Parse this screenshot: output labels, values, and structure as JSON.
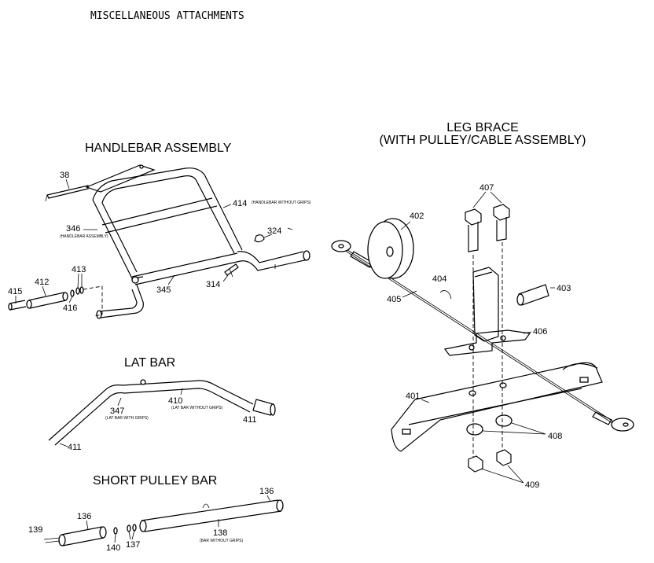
{
  "page_title": "MISCELLANEOUS ATTACHMENTS",
  "sections": {
    "handlebar": {
      "title": "HANDLEBAR ASSEMBLY",
      "labels": {
        "p38": "38",
        "p414": "414",
        "p414_note": "(HANDLEBAR WITHOUT GRIPS)",
        "p346": "346",
        "p346_note": "(HANDLEBAR ASSEMBLY)",
        "p324": "324",
        "p413": "413",
        "p412": "412",
        "p415": "415",
        "p416": "416",
        "p345": "345",
        "p314": "314"
      }
    },
    "latbar": {
      "title": "LAT BAR",
      "labels": {
        "p410": "410",
        "p410_note": "(LAT BAR WITHOUT GRIPS)",
        "p347": "347",
        "p347_note": "(LAT BAR WITH GRIPS)",
        "p411_right": "411",
        "p411_left": "411"
      }
    },
    "shortpulley": {
      "title": "SHORT PULLEY BAR",
      "labels": {
        "p136_right": "136",
        "p136_left": "136",
        "p139": "139",
        "p140": "140",
        "p137": "137",
        "p138": "138",
        "p138_note": "(BAR WITHOUT GRIPS)"
      }
    },
    "legbrace": {
      "title_line1": "LEG BRACE",
      "title_line2": "(WITH PULLEY/CABLE ASSEMBLY)",
      "labels": {
        "p407": "407",
        "p402": "402",
        "p404": "404",
        "p405": "405",
        "p403": "403",
        "p406": "406",
        "p401": "401",
        "p408": "408",
        "p409": "409"
      }
    }
  }
}
